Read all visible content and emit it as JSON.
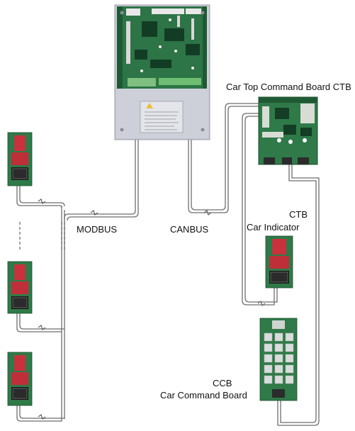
{
  "labels": {
    "ctb_title": "Car Top Command Board CTB",
    "modbus": "MODBUS",
    "canbus": "CANBUS",
    "ctb_short": "CTB",
    "car_indicator": "Car Indicator",
    "ccb_short": "CCB",
    "ccb_full": "Car Command Board"
  },
  "colors": {
    "pcb_green": "#2f7a48",
    "pcb_dark": "#1f5a34",
    "cable": "#707070",
    "housing": "#c9ccd4",
    "led_red": "#c8323c"
  }
}
